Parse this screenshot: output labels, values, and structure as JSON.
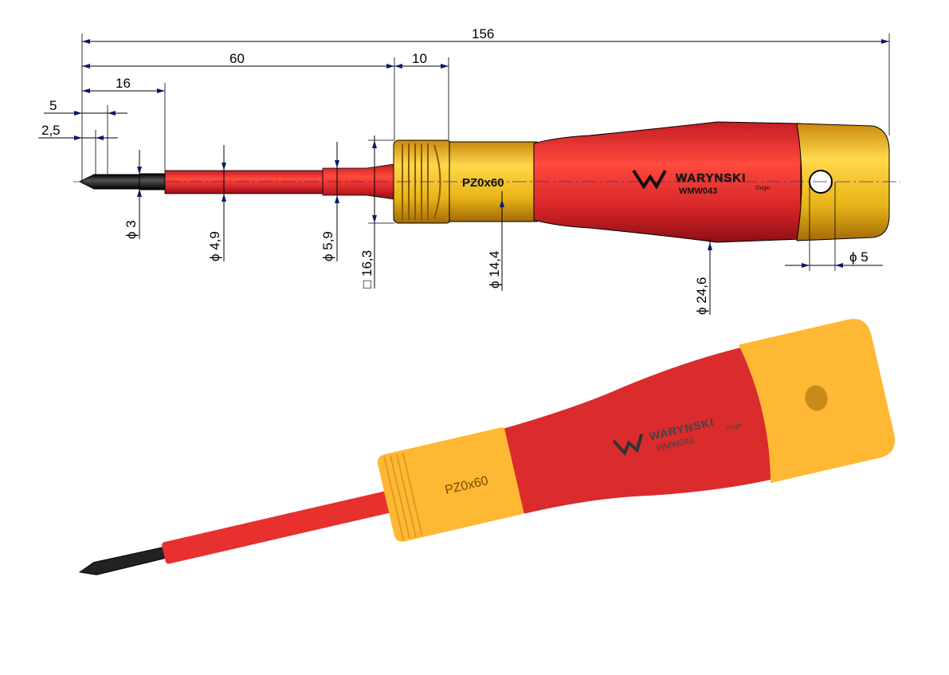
{
  "dimensions": {
    "total_length": "156",
    "blade_length": "60",
    "collar_length": "10",
    "insulation_gap": "16",
    "tip_5": "5",
    "tip_2_5": "2,5",
    "tip_diameter": "ϕ 3",
    "shaft_diameter": "ϕ 4,9",
    "shaft_base_diameter": "ϕ 5,9",
    "collar_square": "□ 16,3",
    "collar_diameter": "ϕ 14,4",
    "handle_diameter": "ϕ 24,6",
    "hole_diameter": "ϕ 5"
  },
  "product": {
    "size_label": "PZ0x60",
    "brand": "WARYNSKI",
    "brand_sub": "Origin",
    "model": "WMW043"
  },
  "colors": {
    "red": "#d8262a",
    "gold": "#e8b418",
    "yellow": "#ffb833",
    "black": "#1a1a1a",
    "dimension": "#0a1a6e"
  }
}
